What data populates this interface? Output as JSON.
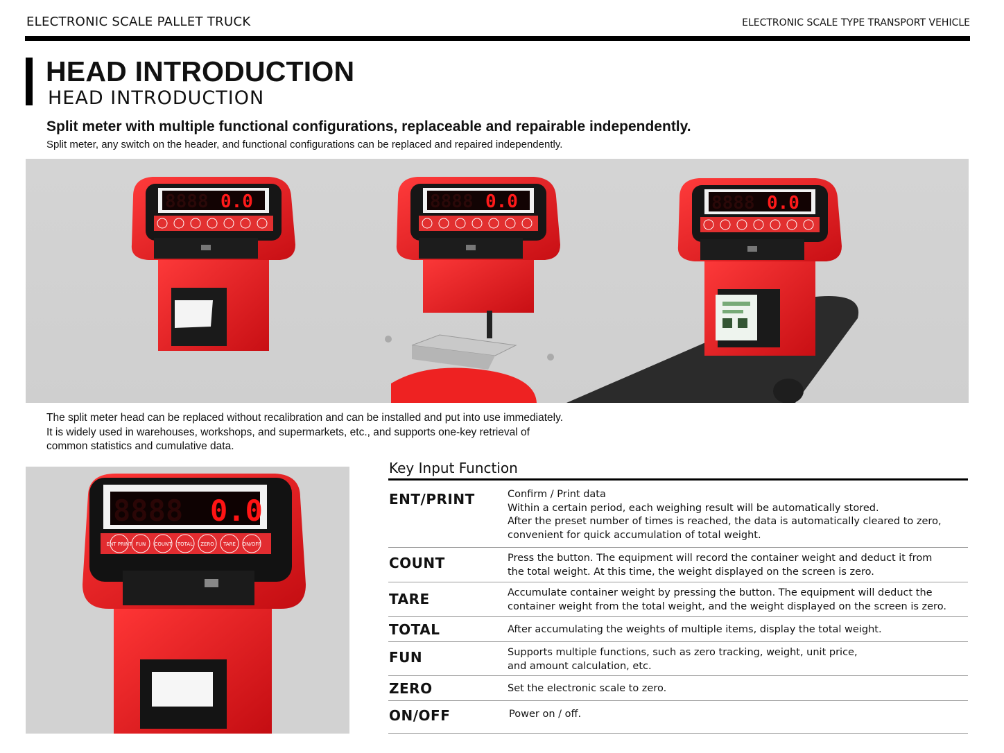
{
  "header": {
    "left": "ELECTRONIC SCALE PALLET TRUCK",
    "right": "ELECTRONIC SCALE TYPE TRANSPORT VEHICLE"
  },
  "title": {
    "main": "HEAD INTRODUCTION",
    "sub": "HEAD INTRODUCTION"
  },
  "lead": {
    "bold": "Split meter with multiple functional configurations, replaceable and repairable independently.",
    "small": "Split meter, any switch on the header, and functional configurations can be replaced and repaired independently."
  },
  "meter": {
    "display": "0.0",
    "buttons": [
      "ENT PRINT",
      "FUN",
      "COUNT",
      "TOTAL",
      "ZERO",
      "TARE",
      "ON/OFF"
    ]
  },
  "description": [
    "The split meter head can be replaced without recalibration and can be installed and put into use immediately.",
    "It is widely used in warehouses, workshops, and supermarkets, etc., and supports one-key retrieval of",
    "common statistics and cumulative data."
  ],
  "key_functions": {
    "title": "Key Input Function",
    "rows": [
      {
        "key": "ENT/PRINT",
        "lines": [
          "Confirm / Print data",
          "Within a certain period, each weighing result will be automatically stored.",
          "After the preset number of times is reached, the data is automatically cleared to zero,",
          "convenient for quick accumulation of total weight."
        ]
      },
      {
        "key": "COUNT",
        "lines": [
          "Press the button. The equipment will record the container weight and deduct it from",
          "the total weight. At this time, the weight displayed on the screen is zero."
        ]
      },
      {
        "key": "TARE",
        "lines": [
          "Accumulate container weight by pressing the button. The equipment will deduct the",
          "container weight from the total weight, and the weight displayed on the screen is zero."
        ]
      },
      {
        "key": "TOTAL",
        "lines": [
          "After accumulating the weights of multiple items, display the total weight."
        ]
      },
      {
        "key": "FUN",
        "lines": [
          "Supports multiple functions, such as zero tracking, weight, unit price,",
          "and amount calculation, etc."
        ]
      },
      {
        "key": "ZERO",
        "lines": [
          "Set the electronic scale to zero."
        ]
      },
      {
        "key": "ON/OFF",
        "lines": [
          "Power on / off."
        ]
      }
    ]
  }
}
